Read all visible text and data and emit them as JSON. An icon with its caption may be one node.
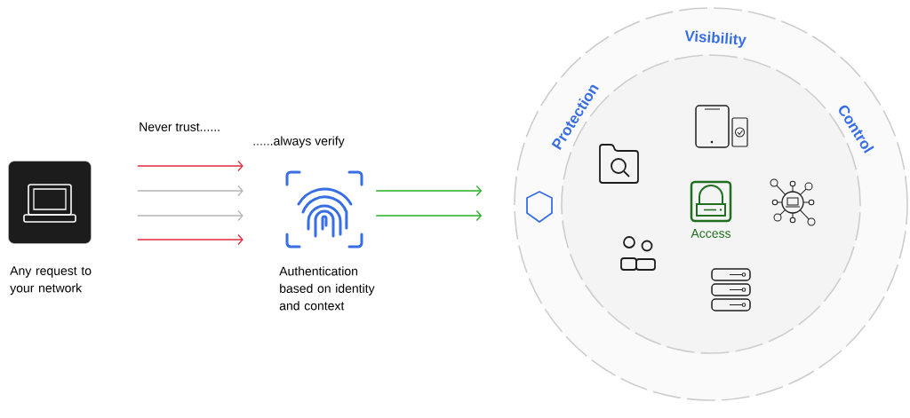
{
  "diagram": {
    "nodes": [
      {
        "text": [],
        "shape": "box",
        "beside": [
          "Any request to your network"
        ]
      },
      {
        "text": [],
        "shape": "fingerprint",
        "beside": [
          "Authentication based on identity and context"
        ]
      },
      {
        "text": [
          "Visibility",
          "Protection",
          "Control"
        ]
      },
      {
        "text": [],
        "shape": "circle",
        "in": 2
      }
    ],
    "edges": [
      {
        "from": 0,
        "to": 1,
        "arrow": "to",
        "color": "#e0283c"
      },
      {
        "from": 0,
        "to": 1,
        "arrow": "to",
        "color": "#b4b4b4"
      },
      {
        "from": 0,
        "to": 1,
        "arrow": "to",
        "color": "#b4b4b4"
      },
      {
        "from": 0,
        "to": 1,
        "arrow": "to",
        "color": "#e0283c"
      },
      {
        "from": 1,
        "to": 2,
        "arrow": "to",
        "color": "#22b022"
      },
      {
        "from": 1,
        "to": 2,
        "arrow": "to",
        "color": "#22b022"
      }
    ],
    "labels": [
      "Never trust......",
      "......always verify",
      "Access"
    ]
  }
}
